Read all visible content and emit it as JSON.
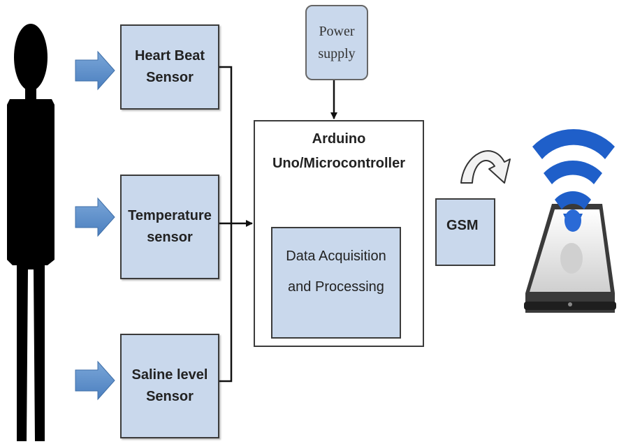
{
  "diagram": {
    "nodes": {
      "heart_beat_sensor": "Heart Beat\nSensor",
      "temperature_sensor": "Temperature\nsensor",
      "saline_level_sensor": "Saline level\nSensor",
      "power_supply": "Power\nsupply",
      "arduino": "Arduino\nUno/Microcontroller",
      "data_acquisition": "Data Acquisition\nand Processing",
      "gsm": "GSM"
    },
    "colors": {
      "box_fill": "#c9d8ec",
      "box_border": "#3b3b3b",
      "input_arrow": "#5b8ec9",
      "person": "#000000",
      "wifi": "#1f5fc9"
    },
    "icons": {
      "person": "person-silhouette-icon",
      "input_arrow": "right-arrow-icon",
      "transmit_arrow": "curved-arrow-icon",
      "phone": "smartphone-icon",
      "wifi": "wifi-signal-icon"
    }
  }
}
